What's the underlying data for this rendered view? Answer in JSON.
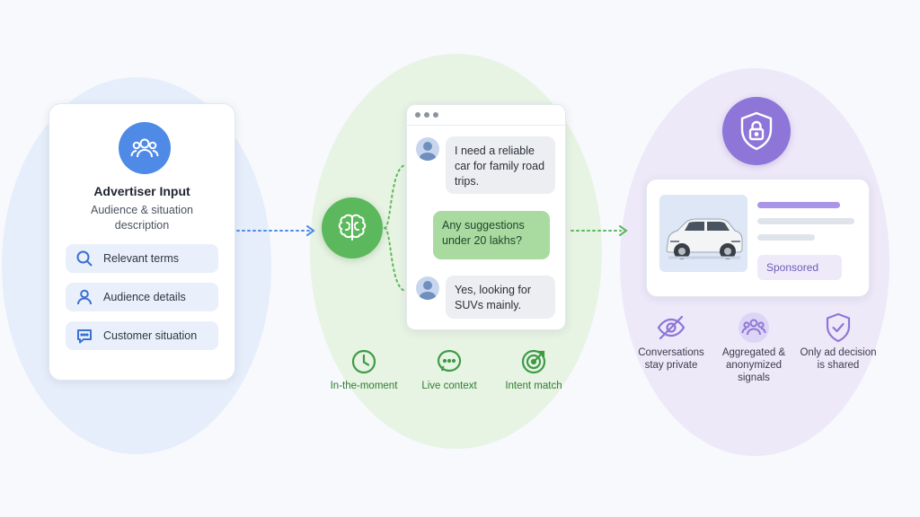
{
  "advertiser": {
    "title": "Advertiser Input",
    "subtitle": "Audience & situation description",
    "items": [
      {
        "label": "Relevant terms",
        "icon": "search-icon"
      },
      {
        "label": "Audience details",
        "icon": "person-icon"
      },
      {
        "label": "Customer situation",
        "icon": "chat-icon"
      }
    ]
  },
  "chat": {
    "messages": [
      {
        "role": "user",
        "text": "I need a reliable car for family road trips."
      },
      {
        "role": "assistant",
        "text": "Any suggestions under 20 lakhs?"
      },
      {
        "role": "user",
        "text": "Yes, looking for SUVs mainly."
      }
    ]
  },
  "features": [
    {
      "label": "In-the-moment",
      "icon": "clock-icon"
    },
    {
      "label": "Live context",
      "icon": "chat-bubble-icon"
    },
    {
      "label": "Intent match",
      "icon": "target-icon"
    }
  ],
  "ad": {
    "sponsored_label": "Sponsored"
  },
  "privacy": [
    {
      "label": "Conversations stay private",
      "icon": "eye-off-icon"
    },
    {
      "label": "Aggregated & anonymized signals",
      "icon": "group-icon"
    },
    {
      "label": "Only ad decision is shared",
      "icon": "shield-check-icon"
    }
  ],
  "colors": {
    "blue": "#4f8ae6",
    "green": "#5cb85c",
    "purple": "#8e76d8"
  }
}
